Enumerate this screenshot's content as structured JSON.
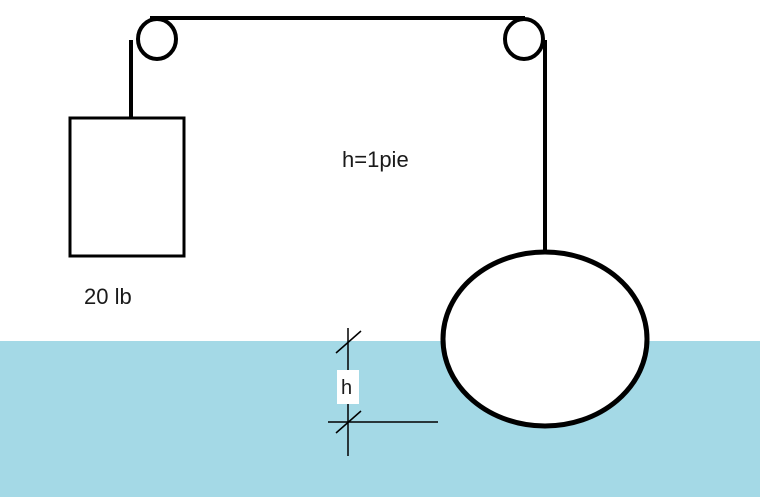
{
  "labels": {
    "block_weight": "20 lb",
    "height_value": "h=1pie",
    "depth_marker": "h"
  },
  "colors": {
    "water": "#a4d9e6",
    "stroke": "#000000",
    "background": "#ffffff"
  }
}
